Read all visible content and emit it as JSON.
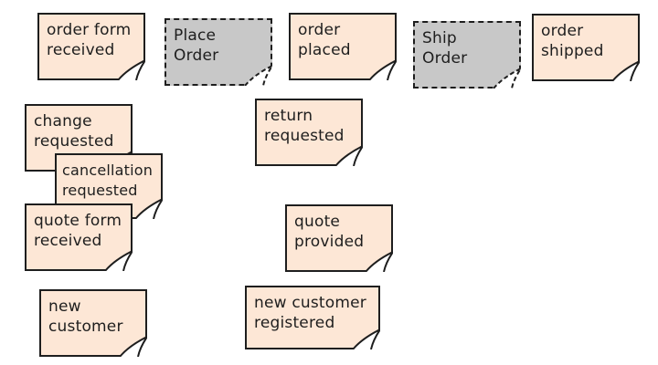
{
  "diagram": {
    "notes": [
      {
        "id": "order-form-received",
        "label": "order form\nreceived",
        "kind": "event"
      },
      {
        "id": "place-order",
        "label": "Place\nOrder",
        "kind": "command"
      },
      {
        "id": "order-placed",
        "label": "order\nplaced",
        "kind": "event"
      },
      {
        "id": "ship-order",
        "label": "Ship\nOrder",
        "kind": "command"
      },
      {
        "id": "order-shipped",
        "label": "order\nshipped",
        "kind": "event"
      },
      {
        "id": "change-requested",
        "label": "change\nrequested",
        "kind": "event"
      },
      {
        "id": "return-requested",
        "label": "return\nrequested",
        "kind": "event"
      },
      {
        "id": "cancellation-requested",
        "label": "cancellation\nrequested",
        "kind": "event"
      },
      {
        "id": "quote-form-received",
        "label": "quote form\nreceived",
        "kind": "event"
      },
      {
        "id": "quote-provided",
        "label": "quote\nprovided",
        "kind": "event"
      },
      {
        "id": "new-customer",
        "label": "new\ncustomer",
        "kind": "event"
      },
      {
        "id": "new-customer-registered",
        "label": "new customer\nregistered",
        "kind": "event"
      }
    ],
    "colors": {
      "event_fill": "#fde7d6",
      "command_fill": "#c8c8c8",
      "stroke": "#1e1e1e"
    }
  }
}
